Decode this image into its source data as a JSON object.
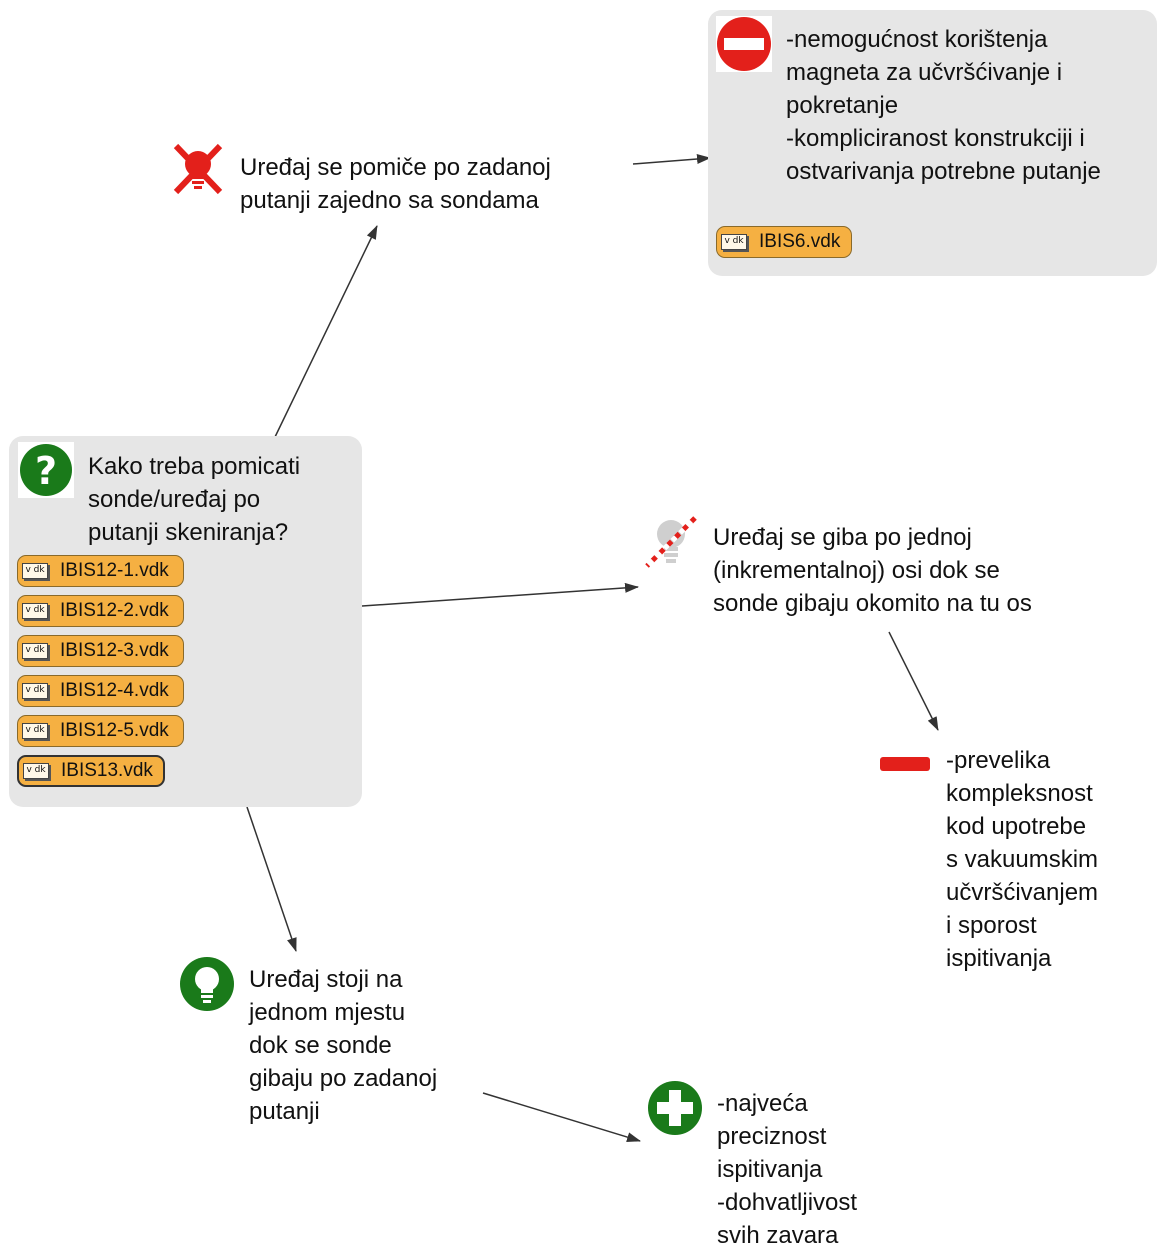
{
  "nodes": {
    "issue": {
      "icon": "question-icon",
      "text": "Kako treba pomicati\nsonde/uređaj po\nputanji skeniranja?",
      "attachments": [
        "IBIS12-1.vdk",
        "IBIS12-2.vdk",
        "IBIS12-3.vdk",
        "IBIS12-4.vdk",
        "IBIS12-5.vdk",
        "IBIS13.vdk"
      ]
    },
    "idea_rejected": {
      "icon": "rejected-lightbulb-icon",
      "text": "Uređaj se pomiče po zadanoj\nputanji zajedno sa sondama"
    },
    "con_top": {
      "icon": "no-entry-icon",
      "text": "-nemogućnost korištenja\nmagneta za učvršćivanje i\npokretanje\n-kompliciranost konstrukciji i\nostvarivanja potrebne putanje",
      "attachments": [
        "IBIS6.vdk"
      ]
    },
    "idea_middle": {
      "icon": "crossed-out-lightbulb-icon",
      "text": "Uređaj se giba po jednoj\n(inkrementalnoj) osi dok se\nsonde gibaju okomito na tu os"
    },
    "con_middle": {
      "icon": "minus-icon",
      "text": "-prevelika\nkompleksnost\nkod upotrebe\ns vakuumskim\nučvršćivanjem\ni sporost\nispitivanja"
    },
    "idea_selected": {
      "icon": "lightbulb-icon",
      "text": "Uređaj stoji na\njednom mjestu\ndok se sonde\ngibaju po zadanoj\nputanji"
    },
    "pro_bottom": {
      "icon": "plus-icon",
      "text": "-najveća\npreciznost\nispitivanja\n-dohvatljivost\nsvih zavara"
    }
  },
  "attachment_badge": "v dk",
  "colors": {
    "node_bg": "#e6e6e6",
    "attachment_bg": "#f5b042",
    "green": "#1a7a1a",
    "red": "#e3201b",
    "arrow": "#333333"
  }
}
